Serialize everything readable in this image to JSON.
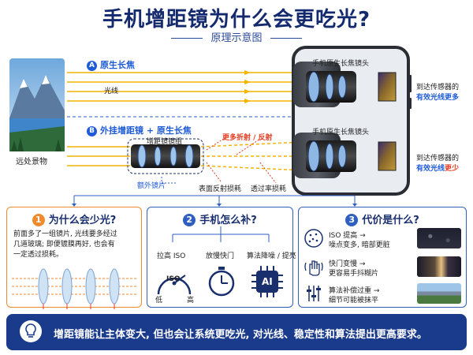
{
  "title": "手机增距镜为什么会更吃光?",
  "subtitle": "原理示意图",
  "scene_label": "远处景物",
  "row_a": {
    "badge": "A",
    "label": "原生长焦",
    "ray_label": "光线",
    "lens_label": "手机原生长焦镜头",
    "sensor_label": "到达传感器的",
    "sensor_value": "有效光线更多"
  },
  "row_b": {
    "badge": "B",
    "label": "外挂增距镜 + 原生长焦",
    "group_label": "增距镜镜组",
    "extra_lens_label": "额外镜片",
    "loss_top": "更多折射 / 反射",
    "loss_left": "表面反射损耗",
    "loss_right": "透过率损耗",
    "lens_label": "手机原生长焦镜头",
    "sensor_label": "到达传感器的",
    "sensor_value_a": "有效光线",
    "sensor_value_b": "更少"
  },
  "panel1": {
    "num": "1",
    "title": "为什么会少光?",
    "text": [
      "前面多了一组镜片, 光线要多经过",
      "几道玻璃; 即便镀膜再好, 也会有",
      "一定透过损耗。"
    ]
  },
  "panel2": {
    "num": "2",
    "title": "手机怎么补?",
    "items": [
      "拉高 ISO",
      "放慢快门",
      "算法降噪 / 提亮"
    ],
    "iso_text": "ISO",
    "iso_low": "低",
    "iso_high": "高",
    "ai_text": "AI"
  },
  "panel3": {
    "num": "3",
    "title": "代价是什么?",
    "rows": [
      {
        "line1": "ISO 提高 →",
        "line2": "噪点变多, 暗部更脏"
      },
      {
        "line1": "快门变慢 →",
        "line2": "更容易手抖糊片"
      },
      {
        "line1": "算法补偿过重 →",
        "line2": "细节可能被抹平"
      }
    ]
  },
  "conclusion": "增距镜能让主体变大, 但也会让系统更吃光, 对光线、稳定性和算法提出更高要求。",
  "colors": {
    "navy": "#142a6e",
    "orange": "#f08a2c",
    "blue": "#2f5fc0",
    "red": "#e53a1f",
    "ray": "#f4b400"
  }
}
